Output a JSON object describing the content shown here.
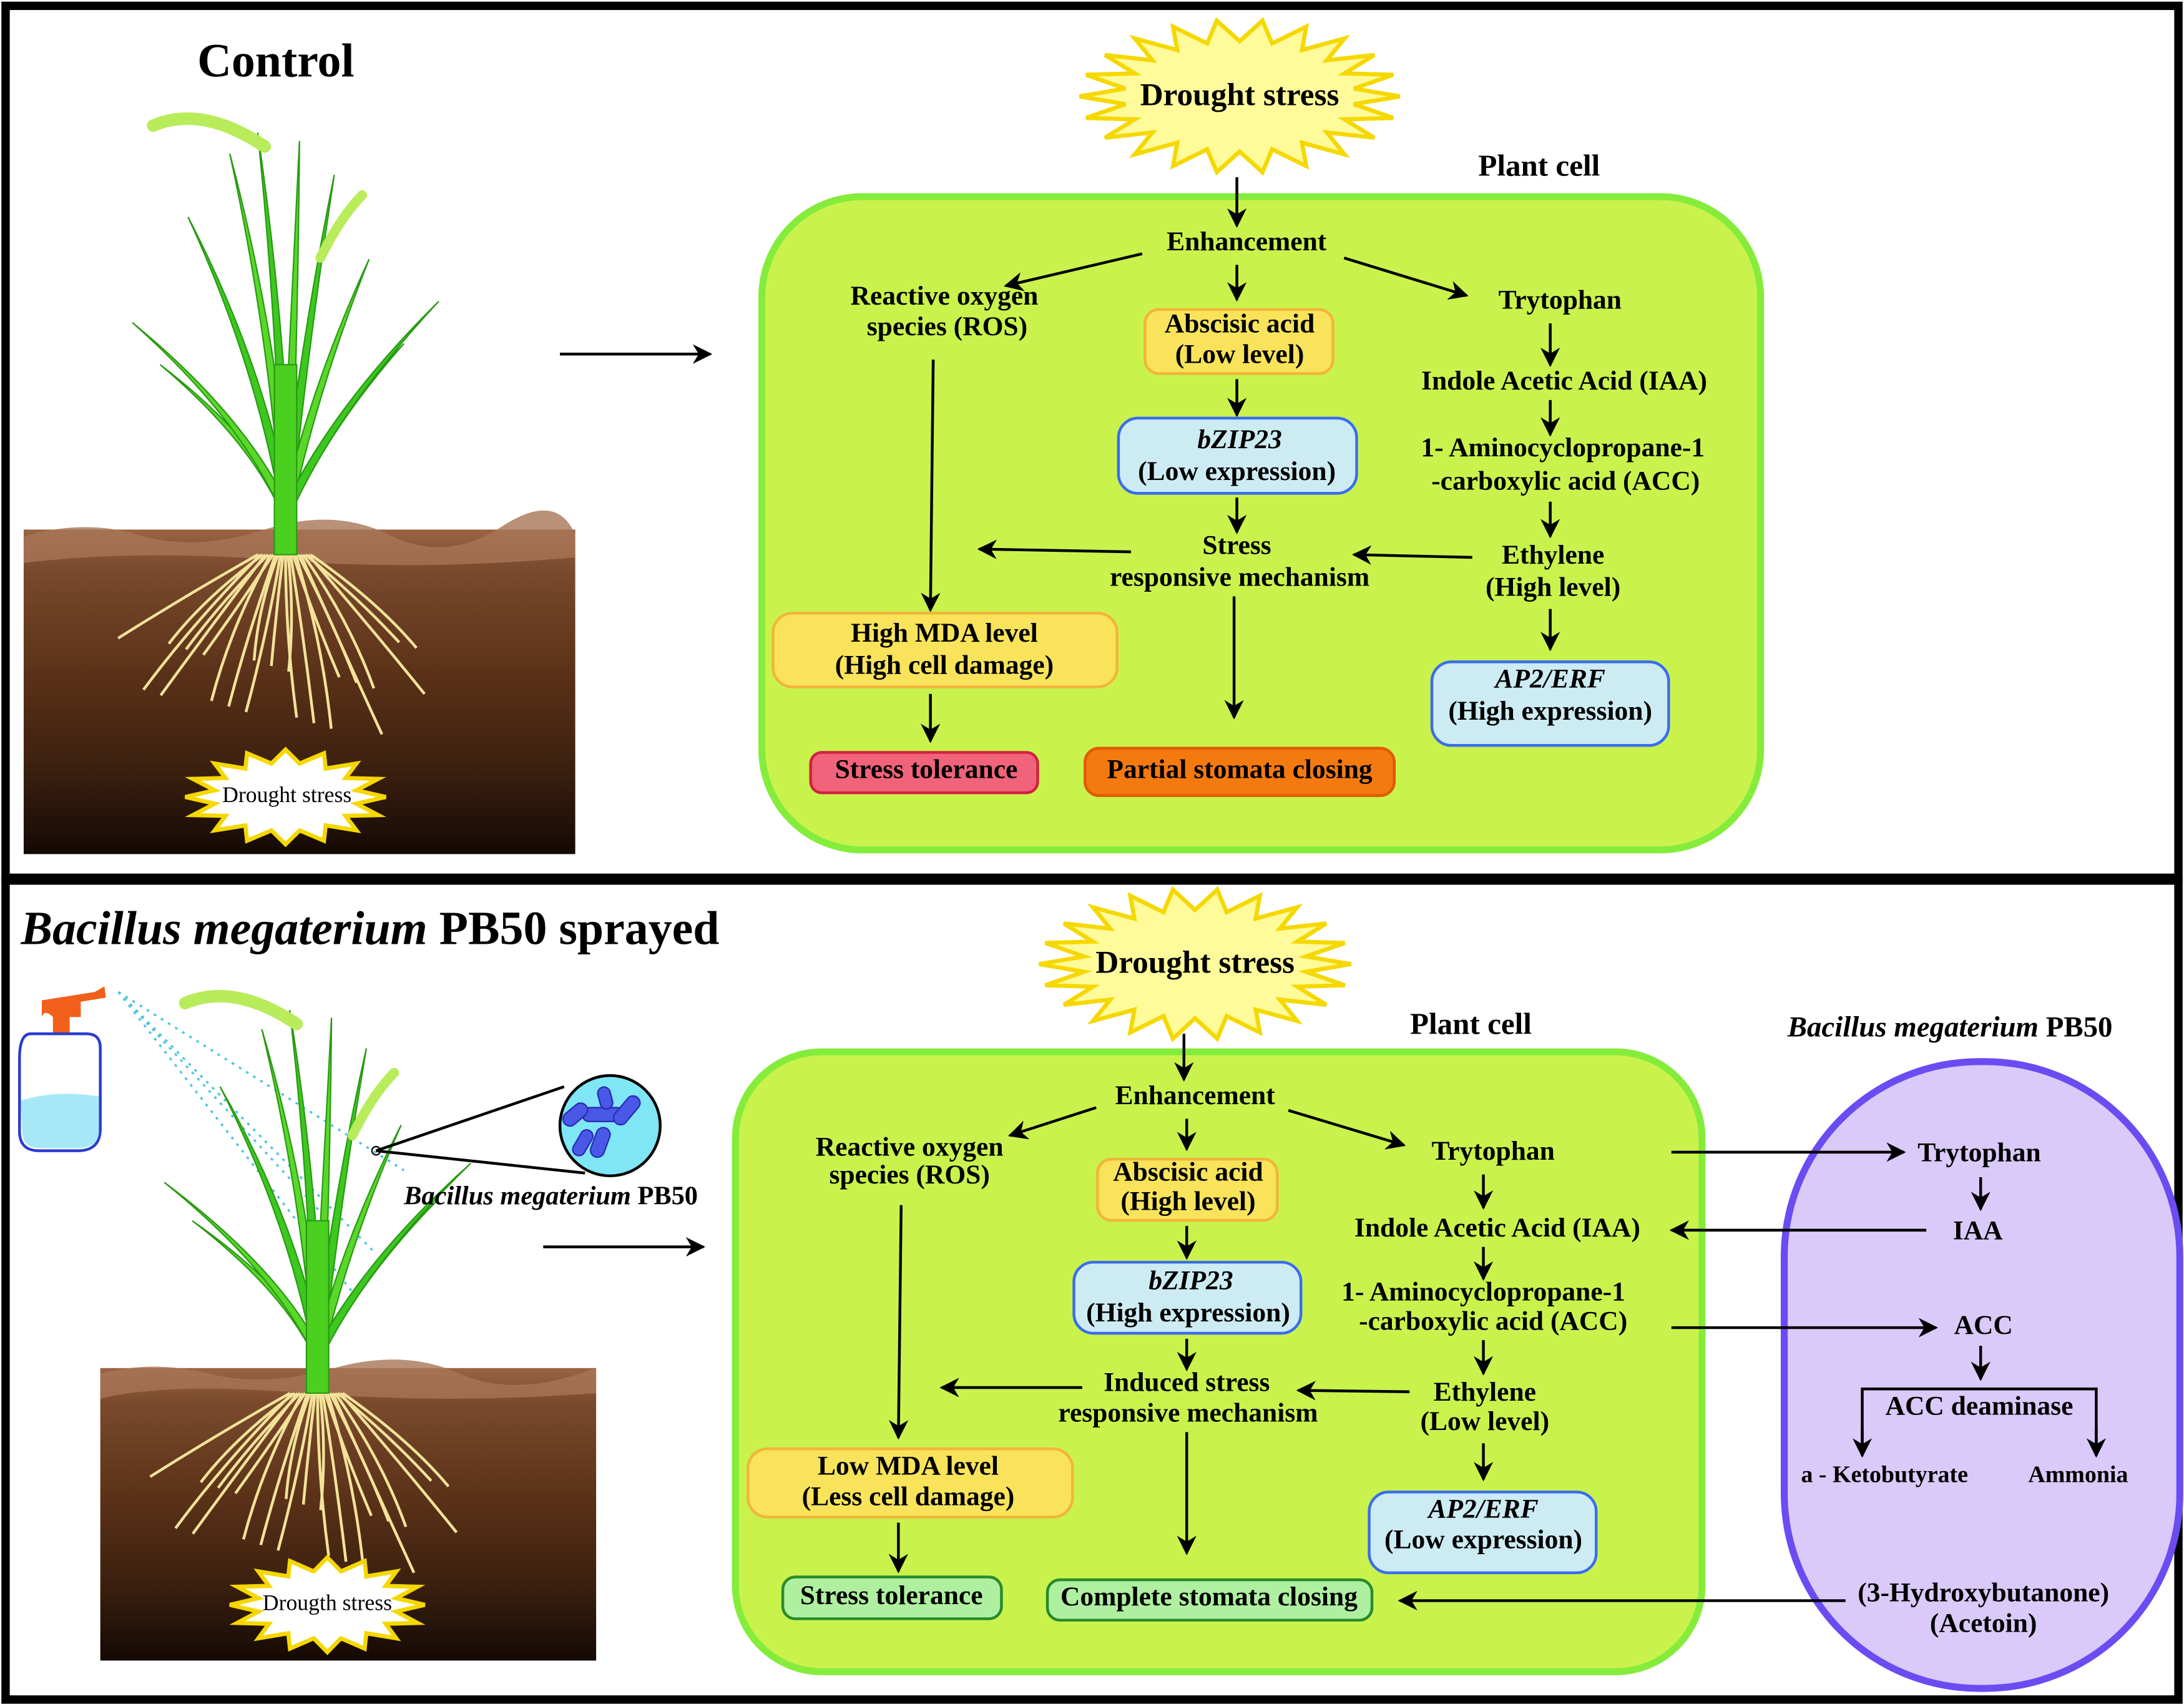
{
  "colors": {
    "cell_fill": "#c9f34c",
    "cell_stroke": "#86ec3c",
    "bacterium_fill": "#d9caf9",
    "bacterium_stroke": "#6a4cf2",
    "yellow_box": "#f8e35a",
    "blue_box": "#cdebf3",
    "red_box": "#f0637a",
    "orange_box": "#f47a10",
    "green_box": "#aef0a0",
    "star_fill": "#fffa9a",
    "star_stroke": "#f5d800"
  },
  "control": {
    "title": "Control",
    "soil_label": "Drought stress",
    "stress_star": "Drought stress",
    "cell_label": "Plant cell",
    "enhancement": "Enhancement",
    "ros": [
      "Reactive oxygen",
      "species (ROS)"
    ],
    "aba": [
      "Abscisic acid",
      "(Low level)"
    ],
    "bzip": [
      "bZIP23",
      "(Low expression)"
    ],
    "mechanism": [
      "Stress",
      "responsive mechanism"
    ],
    "mda": [
      "High MDA level",
      "(High cell damage)"
    ],
    "tolerance": "Stress tolerance",
    "stomata": "Partial stomata closing",
    "trp": "Trytophan",
    "iaa": "Indole Acetic Acid (IAA)",
    "acc": [
      "1- Aminocyclopropane-1",
      "-carboxylic acid (ACC)"
    ],
    "ethylene": [
      "Ethylene",
      "(High level)"
    ],
    "ap2": [
      "AP2/ERF",
      "(High expression)"
    ]
  },
  "treated": {
    "title_italic": "Bacillus megaterium",
    "title_rest": " PB50 sprayed",
    "soil_label": "Drougth stress",
    "magnifier_label_italic": "Bacillus megaterium",
    "magnifier_label_rest": " PB50",
    "stress_star": "Drought stress",
    "cell_label": "Plant cell",
    "enhancement": "Enhancement",
    "ros": [
      "Reactive oxygen",
      "species (ROS)"
    ],
    "aba": [
      "Abscisic acid",
      "(High level)"
    ],
    "bzip": [
      "bZIP23",
      "(High expression)"
    ],
    "mechanism": [
      "Induced stress",
      "responsive mechanism"
    ],
    "mda": [
      "Low MDA level",
      "(Less cell damage)"
    ],
    "tolerance": "Stress tolerance",
    "stomata": "Complete stomata closing",
    "trp": "Trytophan",
    "iaa": "Indole Acetic Acid (IAA)",
    "acc": [
      "1- Aminocyclopropane-1",
      "-carboxylic acid (ACC)"
    ],
    "ethylene": [
      "Ethylene",
      "(Low level)"
    ],
    "ap2": [
      "AP2/ERF",
      "(Low expression)"
    ]
  },
  "bacterium": {
    "label_italic": "Bacillus megaterium",
    "label_rest": " PB50",
    "trp": "Trytophan",
    "iaa": "IAA",
    "acc": "ACC",
    "deaminase": "ACC deaminase",
    "ketobutyrate": "a - Ketobutyrate",
    "ammonia": "Ammonia",
    "acetoin": [
      "(3-Hydroxybutanone)",
      "(Acetoin)"
    ]
  }
}
